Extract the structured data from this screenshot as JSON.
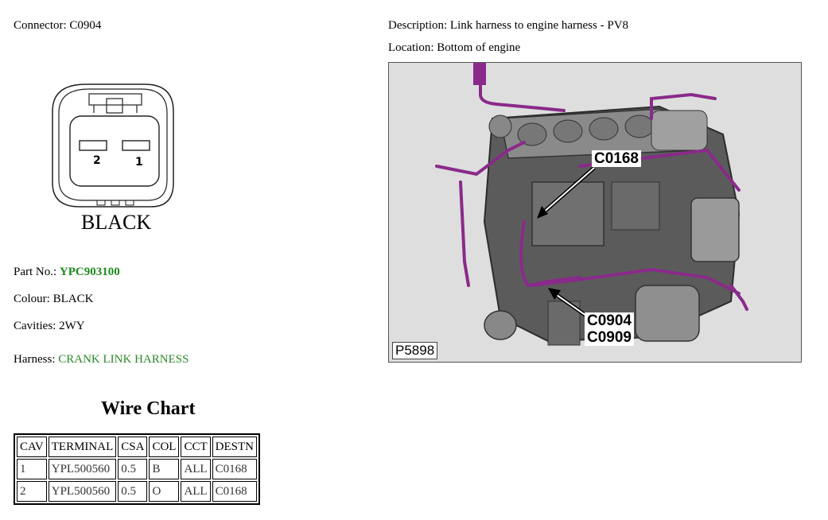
{
  "connector": {
    "label": "Connector:",
    "value": "C0904"
  },
  "description": {
    "label": "Description:",
    "value": "Link harness to engine harness - PV8"
  },
  "location": {
    "label": "Location:",
    "value": "Bottom of engine"
  },
  "connector_drawing": {
    "cavity_left": "2",
    "cavity_right": "1",
    "color_label": "BLACK"
  },
  "part_no": {
    "label": "Part No.:",
    "value": "YPC903100"
  },
  "colour": {
    "label": "Colour:",
    "value": "BLACK"
  },
  "cavities": {
    "label": "Cavities:",
    "value": "2WY"
  },
  "harness": {
    "label": "Harness:",
    "value": "CRANK LINK HARNESS"
  },
  "figure": {
    "code": "P5898",
    "callouts": [
      "C0168",
      "C0904",
      "C0909"
    ]
  },
  "wire_chart": {
    "title": "Wire Chart",
    "headers": [
      "CAV",
      "TERMINAL",
      "CSA",
      "COL",
      "CCT",
      "DESTN"
    ],
    "rows": [
      [
        "1",
        "YPL500560",
        "0.5",
        "B",
        "ALL",
        "C0168"
      ],
      [
        "2",
        "YPL500560",
        "0.5",
        "O",
        "ALL",
        "C0168"
      ]
    ]
  },
  "colors": {
    "link_green": "#1f8a1f",
    "harness_purple": "#8a2a8a"
  }
}
